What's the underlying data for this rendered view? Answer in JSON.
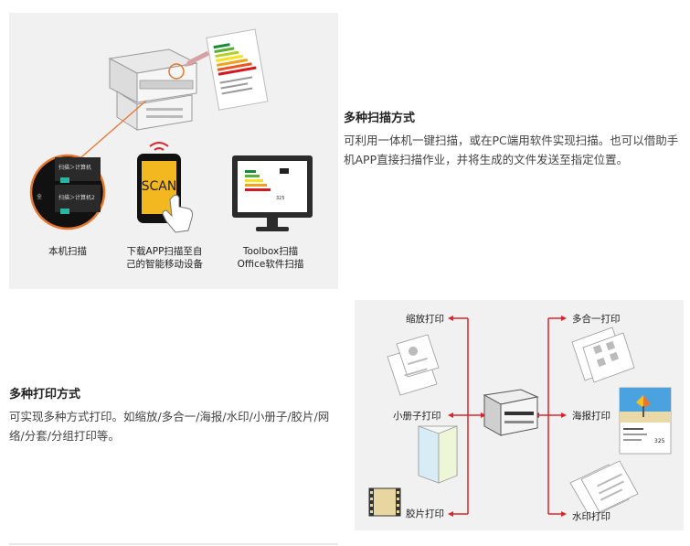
{
  "scan": {
    "title": "多种扫描方式",
    "description": "可利用一体机一键扫描，或在PC端用软件实现扫描。也可以借助手机APP直接扫描作业，并将生成的文件发送至指定位置。",
    "captions": {
      "local": "本机扫描",
      "app_line1": "下载APP扫描至自",
      "app_line2": "己的智能移动设备",
      "toolbox_line1": "Toolbox扫描",
      "toolbox_line2": "Office软件扫描"
    },
    "panel_menu": [
      "扫描＞计算机",
      "扫描＞计算机2"
    ],
    "phone_text": "SCAN",
    "doc_number": "325"
  },
  "print": {
    "title": "多种打印方式",
    "description": "可实现多种方式打印。如缩放/多合一/海报/水印/小册子/胶片/网络/分套/分组打印等。",
    "labels": {
      "scale": "缩放打印",
      "booklet": "小册子打印",
      "film": "胶片打印",
      "multi": "多合一打印",
      "poster": "海报打印",
      "watermark": "水印打印"
    },
    "poster_number": "325"
  },
  "colors": {
    "accent_orange": "#e8762c",
    "connector_red": "#d9262e",
    "panel_bg": "#f1f1f1"
  }
}
